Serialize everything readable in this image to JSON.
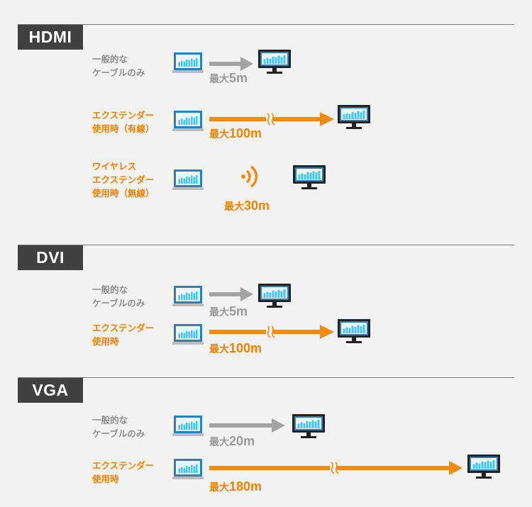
{
  "colors": {
    "gray": "#a3a3a3",
    "orange": "#f68a0b",
    "tag_bg": "#404040",
    "screen": "#2e7fb5",
    "bars": "#48c6e6"
  },
  "prefix": "最大",
  "sections": [
    {
      "tag": "HDMI",
      "rows": [
        {
          "label": "一般的な\nケーブルのみ",
          "dist": "5m"
        },
        {
          "label": "エクステンダー\n使用時（有線）",
          "dist": "100m"
        },
        {
          "label": "ワイヤレス\nエクステンダー\n使用時（無線）",
          "dist": "30m"
        }
      ]
    },
    {
      "tag": "DVI",
      "rows": [
        {
          "label": "一般的な\nケーブルのみ",
          "dist": "5m"
        },
        {
          "label": "エクステンダー\n使用時",
          "dist": "100m"
        }
      ]
    },
    {
      "tag": "VGA",
      "rows": [
        {
          "label": "一般的な\nケーブルのみ",
          "dist": "20m"
        },
        {
          "label": "エクステンダー\n使用時",
          "dist": "180m"
        }
      ]
    }
  ]
}
